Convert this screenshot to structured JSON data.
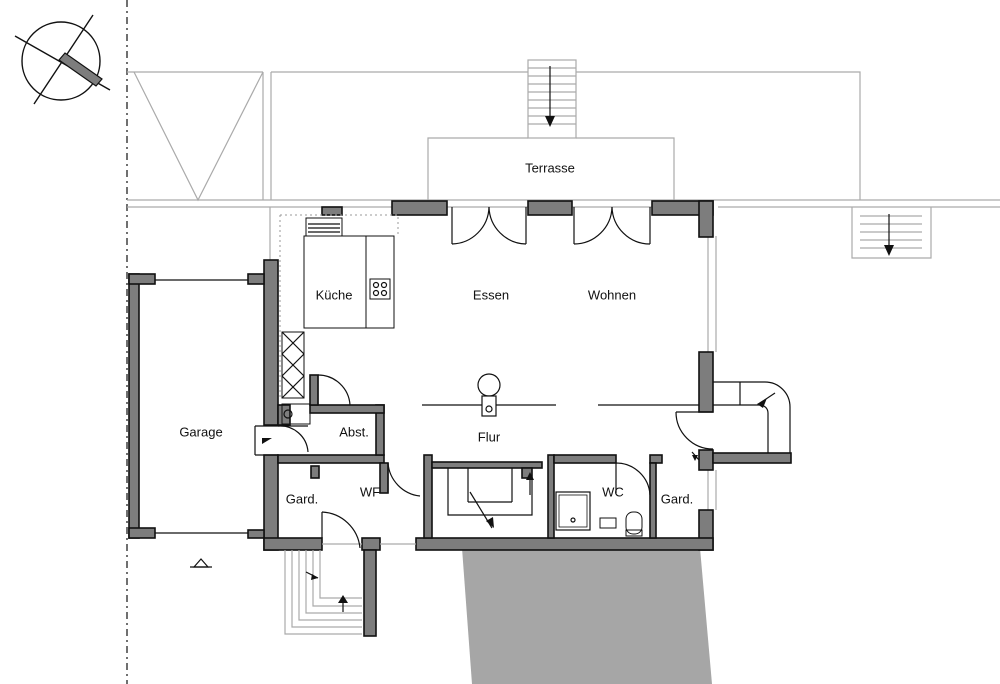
{
  "rooms": {
    "terrasse": "Terrasse",
    "kueche": "Küche",
    "essen": "Essen",
    "wohnen": "Wohnen",
    "garage": "Garage",
    "abst": "Abst.",
    "flur": "Flur",
    "wf": "WF",
    "wc": "WC",
    "gard_left": "Gard.",
    "gard_right": "Gard."
  },
  "colors": {
    "wall_fill": "#7d7d7d",
    "driveway": "#a6a6a6",
    "outline": "#111111",
    "context_lines": "#aaaaaa"
  },
  "icons": [
    "north-arrow-icon",
    "entrance-marker-icon",
    "stair-arrow-icon"
  ]
}
